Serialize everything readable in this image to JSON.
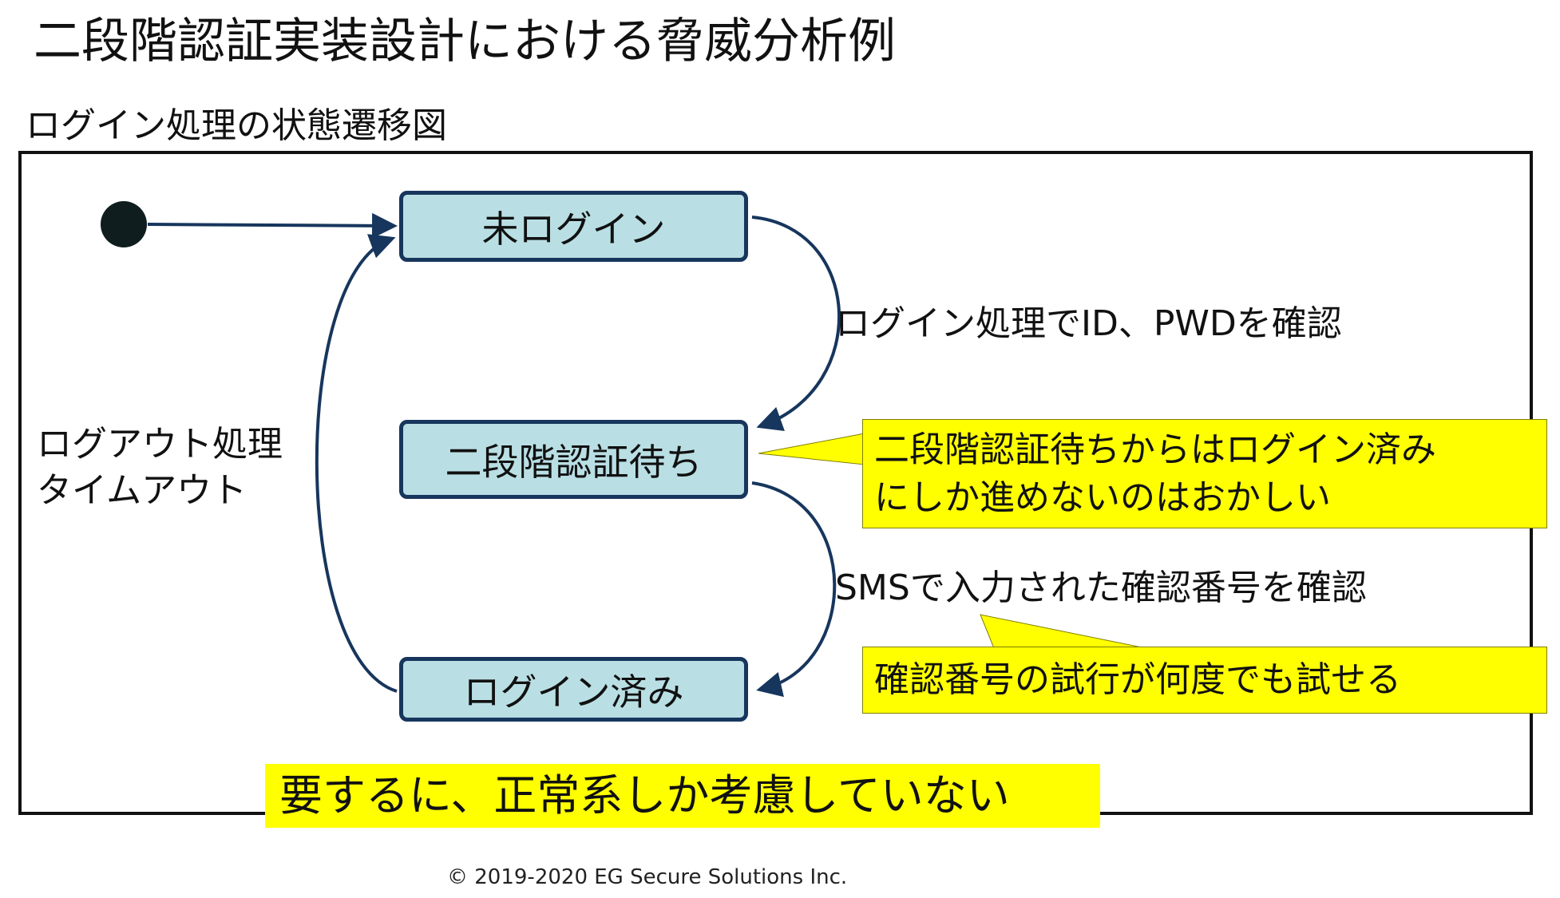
{
  "slide": {
    "title": "二段階認証実装設計における脅威分析例",
    "copyright": "© 2019-2020 EG Secure Solutions Inc."
  },
  "diagram": {
    "caption": "ログイン処理の状態遷移図",
    "states": {
      "not_logged_in": "未ログイン",
      "waiting_2fa": "二段階認証待ち",
      "logged_in": "ログイン済み"
    },
    "transitions": {
      "login_check": "ログイン処理でID、PWDを確認",
      "sms_check": "SMSで入力された確認番号を確認",
      "back_lines": [
        "ログアウト処理",
        "タイムアウト"
      ]
    },
    "colors": {
      "state_fill": "#b9dfe4",
      "state_border": "#17365d",
      "arrow": "#17365d",
      "highlight": "#ffff00"
    }
  },
  "callouts": {
    "only_forward": [
      "二段階認証待ちからはログイン済み",
      "にしか進めないのはおかしい"
    ],
    "unlimited_tries": "確認番号の試行が何度でも試せる"
  },
  "summary": "要するに、正常系しか考慮していない"
}
